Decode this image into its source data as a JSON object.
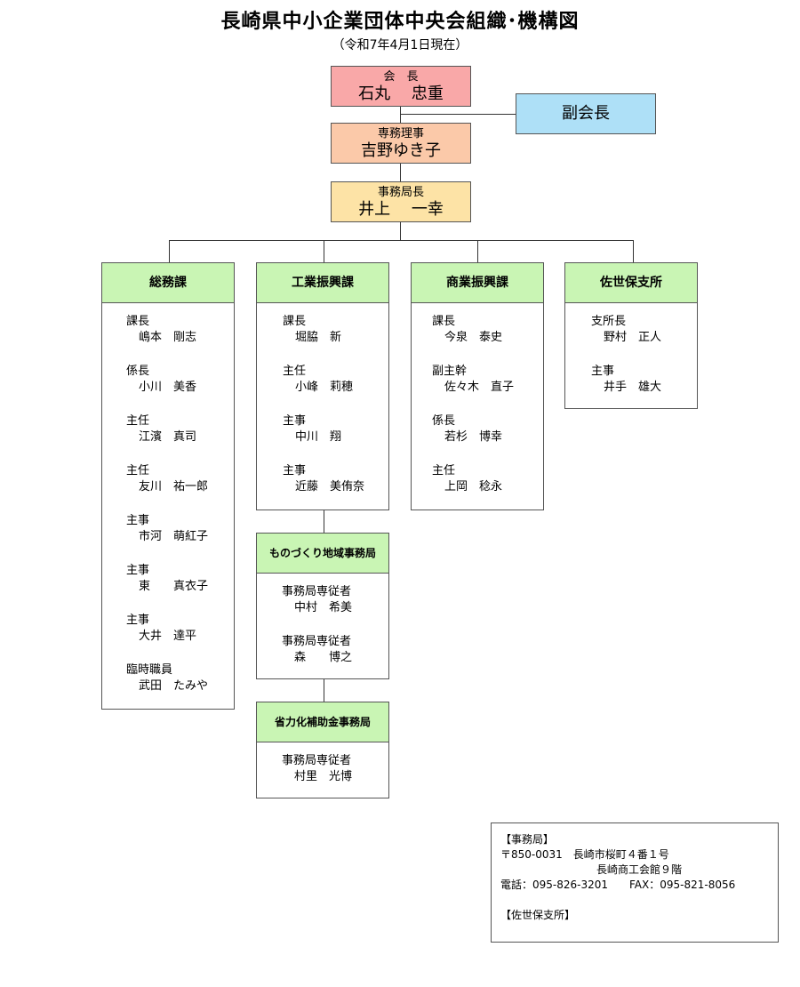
{
  "header": {
    "title": "長崎県中小企業団体中央会組織･機構図",
    "subtitle": "（令和7年4月1日現在）"
  },
  "executives": {
    "president": {
      "role": "会　長",
      "name": "石丸　 忠重"
    },
    "vice_president": {
      "label": "副会長"
    },
    "director": {
      "role": "専務理事",
      "name": "吉野ゆき子"
    },
    "secretary_general": {
      "role": "事務局長",
      "name": "井上　 一幸"
    }
  },
  "departments": [
    {
      "name": "総務課",
      "members": [
        {
          "role": "課長",
          "name": "嶋本　剛志"
        },
        {
          "role": "係長",
          "name": "小川　美香"
        },
        {
          "role": "主任",
          "name": "江濱　真司"
        },
        {
          "role": "主任",
          "name": "友川　祐一郎"
        },
        {
          "role": "主事",
          "name": "市河　萌紅子"
        },
        {
          "role": "主事",
          "name": "東　　真衣子"
        },
        {
          "role": "主事",
          "name": "大井　達平"
        },
        {
          "role": "臨時職員",
          "name": "武田　たみや"
        }
      ]
    },
    {
      "name": "工業振興課",
      "members": [
        {
          "role": "課長",
          "name": "堀脇　新"
        },
        {
          "role": "主任",
          "name": "小峰　莉穂"
        },
        {
          "role": "主事",
          "name": "中川　翔"
        },
        {
          "role": "主事",
          "name": "近藤　美侑奈"
        }
      ]
    },
    {
      "name": "商業振興課",
      "members": [
        {
          "role": "課長",
          "name": "今泉　泰史"
        },
        {
          "role": "副主幹",
          "name": "佐々木　直子"
        },
        {
          "role": "係長",
          "name": "若杉　博幸"
        },
        {
          "role": "主任",
          "name": "上岡　稔永"
        }
      ]
    },
    {
      "name": "佐世保支所",
      "members": [
        {
          "role": "支所長",
          "name": "野村　正人"
        },
        {
          "role": "主事",
          "name": "井手　雄大"
        }
      ]
    }
  ],
  "sub_offices": [
    {
      "name": "ものづくり地域事務局",
      "members": [
        {
          "role": "事務局専従者",
          "name": "中村　希美"
        },
        {
          "role": "事務局専従者",
          "name": "森　　博之"
        }
      ]
    },
    {
      "name": "省力化補助金事務局",
      "members": [
        {
          "role": "事務局専従者",
          "name": "村里　光博"
        }
      ]
    }
  ],
  "info": {
    "office_heading": "【事務局】",
    "address_line1": "〒850-0031　長崎市桜町４番１号",
    "address_line2": "　　　　　　　　　長崎商工会館９階",
    "phone_fax": "電話：095-826-3201　　FAX：095-821-8056",
    "sasebo_heading": "【佐世保支所】"
  }
}
